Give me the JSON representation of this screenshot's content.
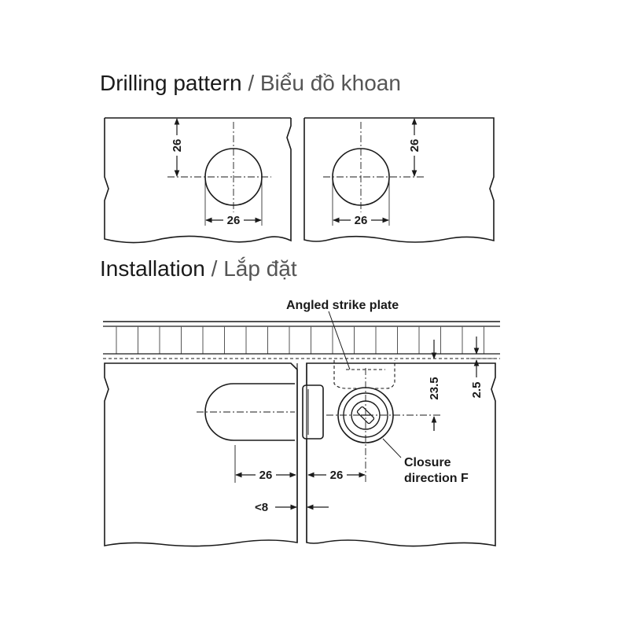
{
  "drilling": {
    "title": "Drilling pattern",
    "separator": "/",
    "subtitle": "Biểu đồ khoan",
    "dim_height_left": "26",
    "dim_width_left": "26",
    "dim_height_right": "26",
    "dim_width_right": "26"
  },
  "installation": {
    "title": "Installation",
    "separator": "/",
    "subtitle": "Lắp đặt",
    "callout_strike_plate": "Angled strike plate",
    "callout_closure_line1": "Closure",
    "callout_closure_line2": "direction F",
    "dim_lock_offset": "23.5",
    "dim_gap": "2.5",
    "dim_left_distance": "26",
    "dim_right_distance": "26",
    "dim_max_gap": "<8"
  },
  "colors": {
    "line": "#1a1a1a",
    "hatch": "#555555",
    "fill": "#ffffff"
  }
}
